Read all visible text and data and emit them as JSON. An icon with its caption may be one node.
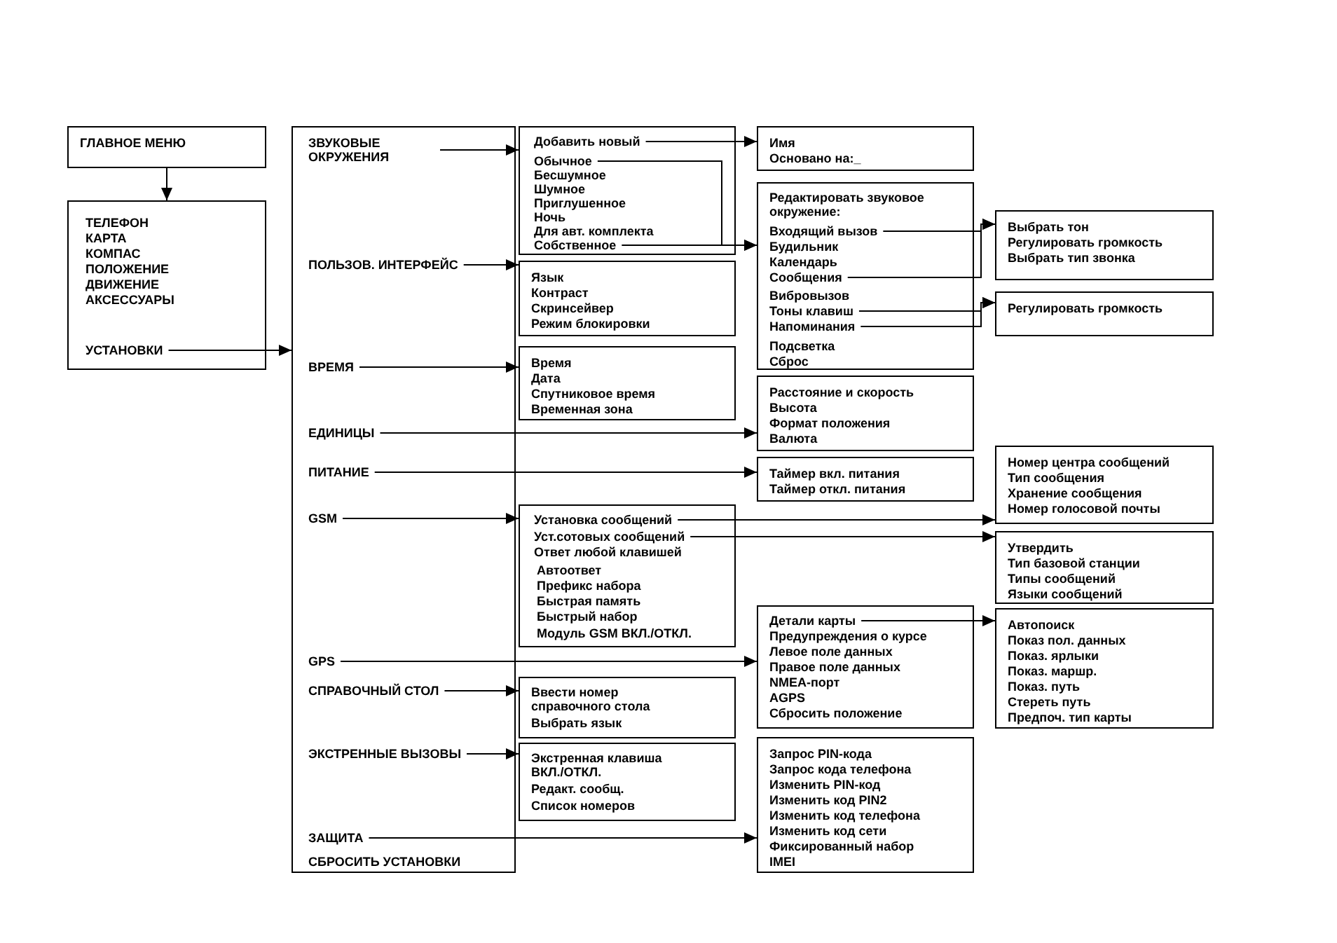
{
  "diagram": {
    "nodes": [
      {
        "text": [
          "ГЛАВНОЕ МЕНЮ"
        ]
      },
      {
        "text": [],
        "shape": "box"
      },
      {
        "text": [
          "ТЕЛЕФОН"
        ],
        "in": 1
      },
      {
        "text": [
          "КАРТА"
        ],
        "in": 1
      },
      {
        "text": [
          "КОМПАС"
        ],
        "in": 1
      },
      {
        "text": [
          "ПОЛОЖЕНИЕ"
        ],
        "in": 1
      },
      {
        "text": [
          "ДВИЖЕНИЕ"
        ],
        "in": 1
      },
      {
        "text": [
          "АКСЕССУАРЫ"
        ],
        "in": 1
      },
      {
        "text": [
          "УСТАНОВКИ"
        ],
        "in": 1
      },
      {
        "text": [],
        "shape": "box"
      },
      {
        "text": [
          "ЗВУКОВЫЕ ОКРУЖЕНИЯ"
        ],
        "in": 9
      },
      {
        "text": [
          "ПОЛЬЗОВ. ИНТЕРФЕЙС"
        ],
        "in": 9
      },
      {
        "text": [
          "ВРЕМЯ"
        ],
        "in": 9
      },
      {
        "text": [
          "ЕДИНИЦЫ"
        ],
        "in": 9
      },
      {
        "text": [
          "ПИТАНИЕ"
        ],
        "in": 9
      },
      {
        "text": [
          "GSM"
        ],
        "in": 9
      },
      {
        "text": [
          "GPS"
        ],
        "in": 9
      },
      {
        "text": [
          "СПРАВОЧНЫЙ СТОЛ"
        ],
        "in": 9
      },
      {
        "text": [
          "ЭКСТРЕННЫЕ ВЫЗОВЫ"
        ],
        "in": 9
      },
      {
        "text": [
          "ЗАЩИТА"
        ],
        "in": 9
      },
      {
        "text": [
          "СБРОСИТЬ УСТАНОВКИ"
        ],
        "in": 9
      },
      {
        "text": [],
        "shape": "box"
      },
      {
        "text": [
          "Добавить новый"
        ],
        "in": 21
      },
      {
        "text": [
          "Обычное"
        ],
        "in": 21
      },
      {
        "text": [
          "Бесшумное"
        ],
        "in": 21
      },
      {
        "text": [
          "Шумное"
        ],
        "in": 21
      },
      {
        "text": [
          "Приглушенное"
        ],
        "in": 21
      },
      {
        "text": [
          "Ночь"
        ],
        "in": 21
      },
      {
        "text": [
          "Для авт. комплекта"
        ],
        "in": 21
      },
      {
        "text": [
          "Собственное"
        ],
        "in": 21
      },
      {
        "text": [
          "Имя",
          "Основано на:_"
        ]
      },
      {
        "text": [],
        "shape": "box"
      },
      {
        "text": [
          "Редактировать звуковое окружение:"
        ],
        "in": 31
      },
      {
        "text": [
          "Входящий вызов"
        ],
        "in": 31
      },
      {
        "text": [
          "Будильник"
        ],
        "in": 31
      },
      {
        "text": [
          "Календарь"
        ],
        "in": 31
      },
      {
        "text": [
          "Сообщения"
        ],
        "in": 31
      },
      {
        "text": [
          "Вибровызов"
        ],
        "in": 31
      },
      {
        "text": [
          "Тоны клавиш"
        ],
        "in": 31
      },
      {
        "text": [
          "Напоминания"
        ],
        "in": 31
      },
      {
        "text": [
          "Подсветка"
        ],
        "in": 31
      },
      {
        "text": [
          "Сброс"
        ],
        "in": 31
      },
      {
        "text": [
          "Выбрать тон",
          "Регулировать громкость",
          "Выбрать тип звонка"
        ]
      },
      {
        "text": [
          "Регулировать громкость"
        ]
      },
      {
        "text": [
          "Язык",
          "Контраст",
          "Скринсейвер",
          "Режим блокировки"
        ]
      },
      {
        "text": [
          "Время",
          "Дата",
          "Спутниковое время",
          "Временная зона"
        ]
      },
      {
        "text": [
          "Расстояние и скорость",
          "Высота",
          "Формат положения",
          "Валюта"
        ]
      },
      {
        "text": [
          "Таймер вкл. питания",
          "Таймер откл. питания"
        ]
      },
      {
        "text": [],
        "shape": "box"
      },
      {
        "text": [
          "Установка сообщений"
        ],
        "in": 48
      },
      {
        "text": [
          "Уст.сотовых сообщений"
        ],
        "in": 48
      },
      {
        "text": [
          "Ответ любой клавишей"
        ],
        "in": 48
      },
      {
        "text": [
          "Автоответ"
        ],
        "in": 48
      },
      {
        "text": [
          "Префикс набора"
        ],
        "in": 48
      },
      {
        "text": [
          "Быстрая память"
        ],
        "in": 48
      },
      {
        "text": [
          "Быстрый набор"
        ],
        "in": 48
      },
      {
        "text": [
          "Модуль GSM ВКЛ./ОТКЛ."
        ],
        "in": 48
      },
      {
        "text": [
          "Номер центра сообщений",
          "Тип сообщения",
          "Хранение сообщения",
          "Номер голосовой почты"
        ]
      },
      {
        "text": [
          "Утвердить",
          "Тип базовой станции",
          "Типы сообщений",
          "Языки сообщений"
        ]
      },
      {
        "text": [],
        "shape": "box"
      },
      {
        "text": [
          "Детали карты"
        ],
        "in": 59
      },
      {
        "text": [
          "Предупреждения о курсе"
        ],
        "in": 59
      },
      {
        "text": [
          "Левое поле данных"
        ],
        "in": 59
      },
      {
        "text": [
          "Правое поле данных"
        ],
        "in": 59
      },
      {
        "text": [
          "NMEA-порт"
        ],
        "in": 59
      },
      {
        "text": [
          "AGPS"
        ],
        "in": 59
      },
      {
        "text": [
          "Сбросить положение"
        ],
        "in": 59
      },
      {
        "text": [
          "Автопоиск",
          "Показ пол. данных",
          "Показ. ярлыки",
          "Показ. маршр.",
          "Показ. путь",
          "Стереть путь",
          "Предпоч. тип карты"
        ]
      },
      {
        "text": [
          "Ввести номер справочного стола",
          "Выбрать язык"
        ]
      },
      {
        "text": [
          "Экстренная клавиша ВКЛ./ОТКЛ.",
          "Редакт. сообщ.",
          "Список номеров"
        ]
      },
      {
        "text": [
          "Запрос PIN-кода",
          "Запрос кода телефона",
          "Изменить PIN-код",
          "Изменить код PIN2",
          "Изменить код телефона",
          "Изменить код сети",
          "Фиксированный набор",
          "IMEI"
        ]
      }
    ],
    "edges": [
      {
        "from": 0,
        "to": 1,
        "arrow": "to"
      },
      {
        "from": 8,
        "to": 9,
        "arrow": "to"
      },
      {
        "from": 10,
        "to": 21,
        "arrow": "to"
      },
      {
        "from": 22,
        "to": 30,
        "arrow": "to"
      },
      {
        "from": 23,
        "to": 31,
        "arrow": "to"
      },
      {
        "from": 29,
        "to": 31,
        "arrow": "to"
      },
      {
        "from": 33,
        "to": 42,
        "arrow": "to"
      },
      {
        "from": 36,
        "to": 42,
        "arrow": "to"
      },
      {
        "from": 38,
        "to": 43,
        "arrow": "to"
      },
      {
        "from": 39,
        "to": 43,
        "arrow": "to"
      },
      {
        "from": 11,
        "to": 44,
        "arrow": "to"
      },
      {
        "from": 12,
        "to": 45,
        "arrow": "to"
      },
      {
        "from": 13,
        "to": 46,
        "arrow": "to"
      },
      {
        "from": 14,
        "to": 47,
        "arrow": "to"
      },
      {
        "from": 15,
        "to": 48,
        "arrow": "to"
      },
      {
        "from": 49,
        "to": 57,
        "arrow": "to"
      },
      {
        "from": 50,
        "to": 58,
        "arrow": "to"
      },
      {
        "from": 16,
        "to": 59,
        "arrow": "to"
      },
      {
        "from": 60,
        "to": 67,
        "arrow": "to"
      },
      {
        "from": 17,
        "to": 68,
        "arrow": "to"
      },
      {
        "from": 18,
        "to": 69,
        "arrow": "to"
      },
      {
        "from": 19,
        "to": 70,
        "arrow": "to"
      }
    ]
  }
}
